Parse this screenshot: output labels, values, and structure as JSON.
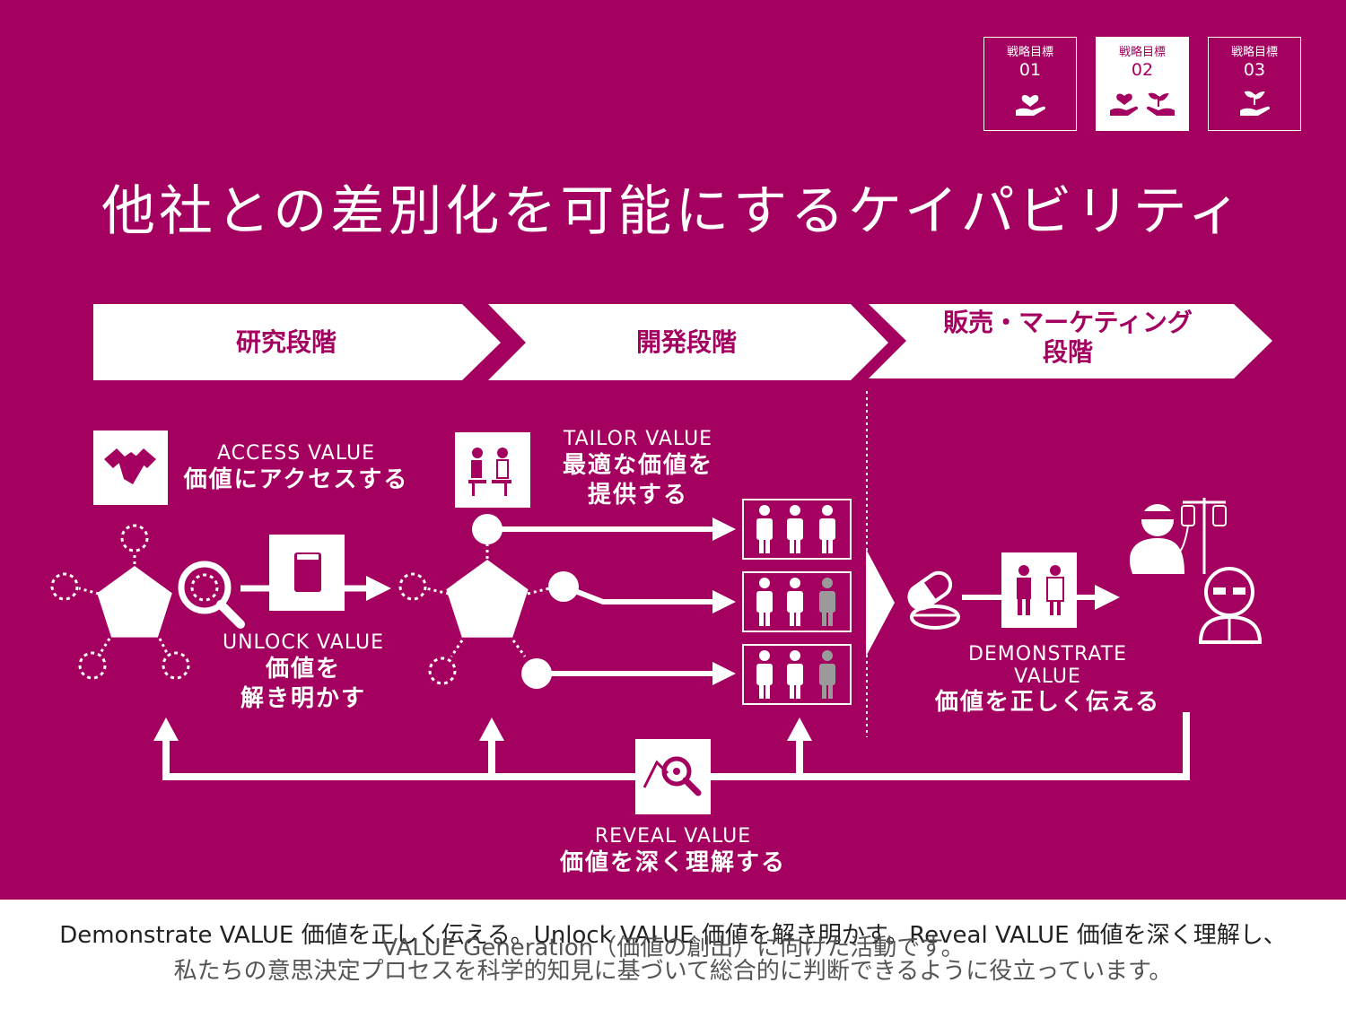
{
  "title": "他社との差別化を可能にするケイパビリティ",
  "goals": [
    {
      "label": "戦略目標",
      "number": "01",
      "icon": "heart-hand-icon",
      "active": false
    },
    {
      "label": "戦略目標",
      "number": "02",
      "icon": "heart-and-sprout-hands-icon",
      "active": true
    },
    {
      "label": "戦略目標",
      "number": "03",
      "icon": "sprout-hand-icon",
      "active": false
    }
  ],
  "phases": [
    "研究段階",
    "開発段階",
    "販売・マーケティング\n段階"
  ],
  "access": {
    "en": "ACCESS VALUE",
    "jp": "価値にアクセスする",
    "icon": "handshake-icon"
  },
  "tailor": {
    "en": "TAILOR VALUE",
    "jp": "最適な価値を\n提供する",
    "icon": "consultation-icon"
  },
  "unlock": {
    "en": "UNLOCK VALUE",
    "jp": "価値を\n解き明かす",
    "icon": "book-icon"
  },
  "demonstrate": {
    "en": "DEMONSTRATE\nVALUE",
    "jp": "価値を正しく伝える",
    "icon": "doctor-patient-icon"
  },
  "reveal": {
    "en": "REVEAL VALUE",
    "jp": "価値を深く理解する",
    "icon": "analytics-magnifier-icon"
  },
  "caption": {
    "line1": "Demonstrate VALUE 価値を正しく伝える。Unlock VALUE 価値を解き明かす。Reveal VALUE 価値を深く理解し、",
    "line1_overlay": "VALUE Generation（価値の創出）に向けた活動です。",
    "line2": "私たちの意思決定プロセスを科学的知見に基づいて総合的に判断できるように役立っています。"
  },
  "colors": {
    "brand": "#A3005F",
    "foreground": "#FFFFFF",
    "inactive_person": "#9A9A9A"
  }
}
